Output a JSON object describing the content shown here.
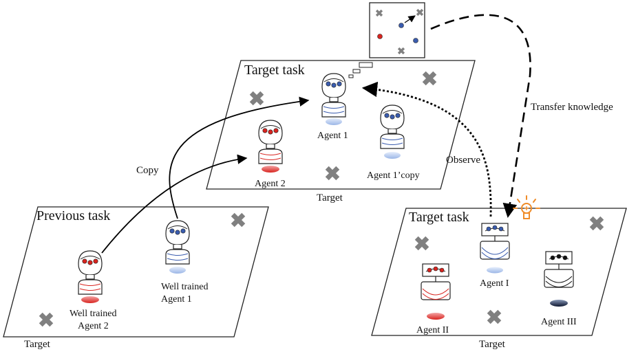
{
  "panels": {
    "previous": {
      "title": "Previous task",
      "caption": "Target"
    },
    "center": {
      "title": "Target task",
      "caption": "Target"
    },
    "right": {
      "title": "Target task",
      "caption": "Target"
    }
  },
  "agents": {
    "well_trained_2": [
      "Well trained",
      "Agent 2"
    ],
    "well_trained_1": [
      "Well trained",
      "Agent 1"
    ],
    "center_agent_1": "Agent 1",
    "center_agent_2": "Agent 2",
    "center_agent_copy": "Agent 1’copy",
    "agent_I": "Agent I",
    "agent_II": "Agent II",
    "agent_III": "Agent III"
  },
  "edges": {
    "copy": "Copy",
    "observe": "Observe",
    "transfer": "Transfer knowledge"
  },
  "colors": {
    "red": "#d8241f",
    "blue": "#3a5cae",
    "black": "#111111",
    "target_gray": "#808080",
    "bulb": "#f08c28"
  },
  "icons": [
    "target-cross-icon",
    "lightbulb-icon",
    "thought-bubble-icon"
  ]
}
